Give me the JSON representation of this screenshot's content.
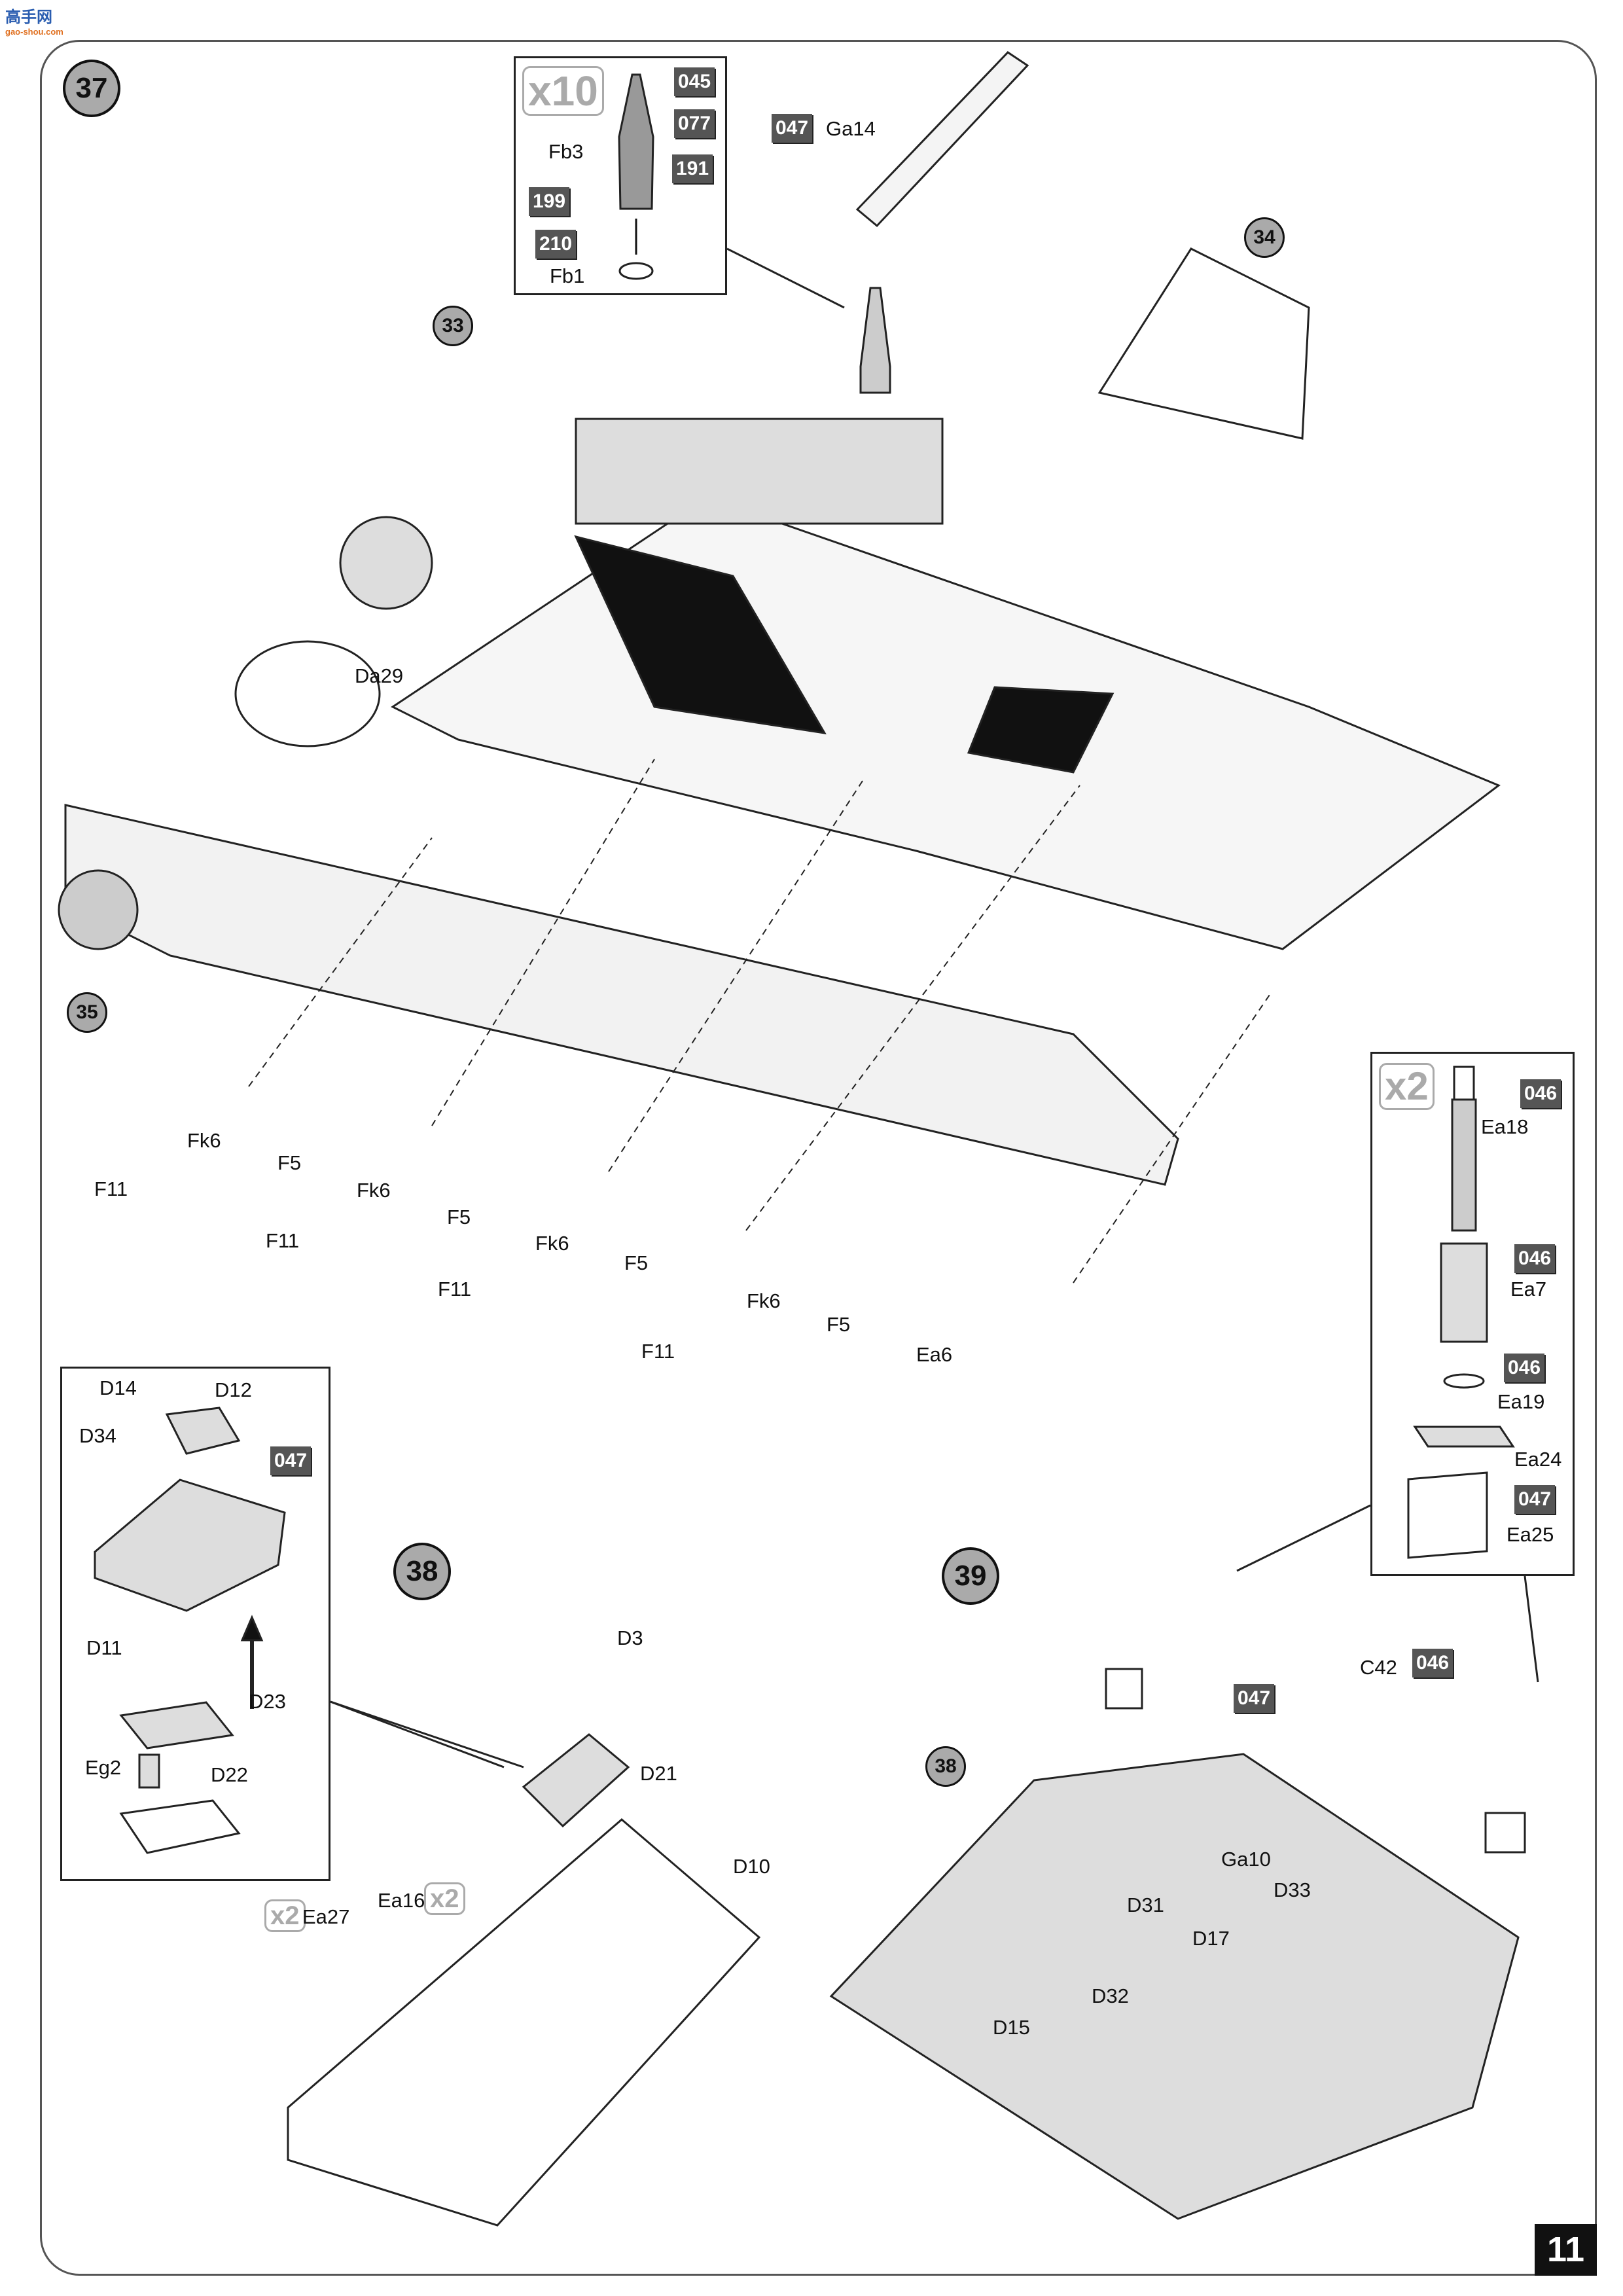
{
  "logo": {
    "text": "高手网",
    "sub": "gao-shou.com"
  },
  "page_number": "11",
  "steps": {
    "s37": "37",
    "s38": "38",
    "s39": "39"
  },
  "refs": {
    "r33": "33",
    "r34": "34",
    "r35": "35",
    "r38": "38"
  },
  "shell_inset": {
    "multiplier": "x10",
    "paints": [
      "045",
      "077",
      "191",
      "199",
      "210"
    ],
    "parts": [
      "Fb3",
      "Fb1"
    ]
  },
  "step37": {
    "ga14_paint": "047",
    "ga14": "Ga14",
    "da29": "Da29",
    "suspension": [
      "Fk6",
      "F11",
      "F5",
      "Fk6",
      "F11",
      "F5",
      "Fk6",
      "F5",
      "F11",
      "Fk6",
      "F11",
      "F5",
      "Ea6"
    ]
  },
  "spring_inset": {
    "multiplier": "x2",
    "rows": [
      {
        "paint": "046",
        "part": "Ea18"
      },
      {
        "paint": "046",
        "part": "Ea7"
      },
      {
        "paint": "046",
        "part": "Ea19"
      },
      {
        "paint": "",
        "part": "Ea24"
      },
      {
        "paint": "047",
        "part": "Ea25"
      }
    ]
  },
  "control_inset": {
    "parts": [
      "D14",
      "D12",
      "D34",
      "D11",
      "D23",
      "Eg2",
      "D22"
    ],
    "paint": "047"
  },
  "step38": {
    "parts": [
      "D3",
      "D21",
      "D10",
      "Ea16",
      "Ea27"
    ],
    "mult_a": "x2",
    "mult_b": "x2"
  },
  "step39": {
    "c42": "C42",
    "c42_paint": "046",
    "plate_paint": "047",
    "parts": [
      "Ga10",
      "D33",
      "D31",
      "D17",
      "D32",
      "D15"
    ]
  }
}
